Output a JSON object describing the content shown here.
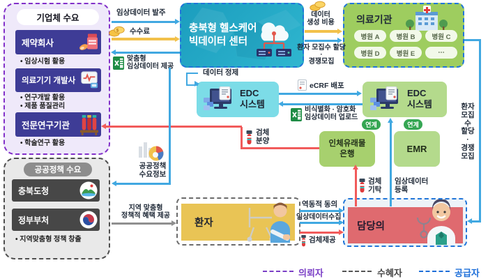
{
  "colors": {
    "enterprise_border": "#8230C9",
    "enterprise_button": "#3E3C96",
    "public_button": "#474747",
    "center_fill": "#1FA5C4",
    "medical_fill": "#9ECD5F",
    "edc_left_fill": "#7CDCE7",
    "edc_right_fill": "#B4DA8C",
    "patient_fill": "#E9C455",
    "doctor_fill": "#DF6A6F",
    "arrow_blue": "#41A8E1",
    "arrow_yellow": "#F2C14B",
    "arrow_red": "#F15B5B",
    "arrow_gray": "#8F8F8F",
    "blue_dashed": "#2176D9"
  },
  "icons": [
    "coins-icon",
    "excel-icon",
    "document-icon",
    "test-tube-icon",
    "chart-icon",
    "cloud-server-icon",
    "hospital-icon",
    "computer-icon",
    "pill-bottle-icon",
    "medical-device-icon",
    "test-tubes-rack-icon",
    "mountain-logo-icon",
    "taegeuk-logo-icon",
    "patient-icon",
    "doctor-icon"
  ],
  "boxes": {
    "enterprise": {
      "title": "기업체 수요",
      "items": [
        {
          "label": "제약회사",
          "notes": "• 임상시험 활용"
        },
        {
          "label": "의료기기 개발사",
          "notes": "• 연구개발 활용\n• 제품 품질관리"
        },
        {
          "label": "전문연구기관",
          "notes": "• 학술연구 활용"
        }
      ]
    },
    "public_policy": {
      "title": "공공정책 수요",
      "items": [
        {
          "label": "충북도청",
          "notes": ""
        },
        {
          "label": "정부부처",
          "notes": "• 지역맞춤형 정책 창출"
        }
      ]
    },
    "center": {
      "title": "충북형 헬스케어\n빅데이터 센터"
    },
    "medical": {
      "title": "의료기관",
      "hospitals": [
        "병원 A",
        "병원 B",
        "병원 C",
        "병원 D",
        "병원 E",
        "⋯"
      ]
    },
    "edc_left": {
      "title": "EDC\n시스템"
    },
    "edc_right": {
      "title": "EDC\n시스템"
    },
    "biobank": {
      "title": "인체유래물\n은행"
    },
    "emr": {
      "title": "EMR"
    },
    "patient": {
      "title": "환자"
    },
    "doctor": {
      "title": "담당의"
    }
  },
  "flows": {
    "order": "임상데이터 발주",
    "fee": "수수료",
    "custom_data": "맞춤형\n임상데이터 제공",
    "data_cost": "데이터\n생성 비용",
    "recruit_top": "환자 모집수 할당\n·\n경쟁모집",
    "data_clean": "데이터 정제",
    "ecrf": "eCRF 배포",
    "upload": "비식별화 · 암호화\n임상데이터 업로드",
    "sample_share": "검체\n분양",
    "link": "연계",
    "recruit_right": "환자\n모집수\n할당\n·\n경쟁\n모집",
    "policy_info": "공공정책\n수요정보",
    "policy_benefit": "지역 맞춤형\n정책적 혜택 제공",
    "dynamic_consent": "역동적 동의",
    "data_collect": "임상데이터수집",
    "sample_provide": "검체제공",
    "sample_deposit": "검체\n기탁",
    "data_register": "임상데이터\n등록"
  },
  "legend": {
    "items": [
      {
        "label": "의뢰자",
        "color": "#7B3FC6"
      },
      {
        "label": "수혜자",
        "color": "#474747"
      },
      {
        "label": "공급자",
        "color": "#1E6FD9"
      }
    ]
  }
}
